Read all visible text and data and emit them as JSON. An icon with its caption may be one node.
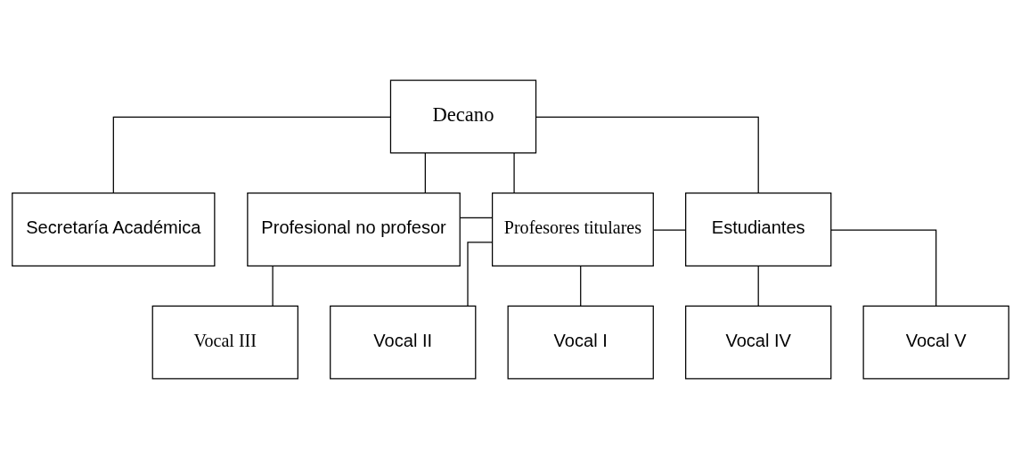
{
  "diagram": {
    "nodes": [
      {
        "text": [
          "Decano"
        ]
      },
      {
        "text": [
          "Secretaría Académica"
        ]
      },
      {
        "text": [
          "Profesional no profesor"
        ]
      },
      {
        "text": [
          "Profesores titulares"
        ]
      },
      {
        "text": [
          "Estudiantes"
        ]
      },
      {
        "text": [
          "Vocal III"
        ]
      },
      {
        "text": [
          "Vocal II"
        ]
      },
      {
        "text": [
          "Vocal I"
        ]
      },
      {
        "text": [
          "Vocal IV"
        ]
      },
      {
        "text": [
          "Vocal V"
        ]
      }
    ],
    "edges": [
      {
        "from": 0,
        "to": 1,
        "arrow": "none"
      },
      {
        "from": 0,
        "to": 2,
        "arrow": "none"
      },
      {
        "from": 0,
        "to": 3,
        "arrow": "none"
      },
      {
        "from": 0,
        "to": 4,
        "arrow": "none"
      },
      {
        "from": 2,
        "to": 3,
        "arrow": "none"
      },
      {
        "from": 3,
        "to": 4,
        "arrow": "none"
      },
      {
        "from": 2,
        "to": 5,
        "arrow": "none"
      },
      {
        "from": 3,
        "to": 6,
        "arrow": "none"
      },
      {
        "from": 3,
        "to": 7,
        "arrow": "none"
      },
      {
        "from": 4,
        "to": 8,
        "arrow": "none"
      },
      {
        "from": 4,
        "to": 9,
        "arrow": "none"
      }
    ]
  }
}
